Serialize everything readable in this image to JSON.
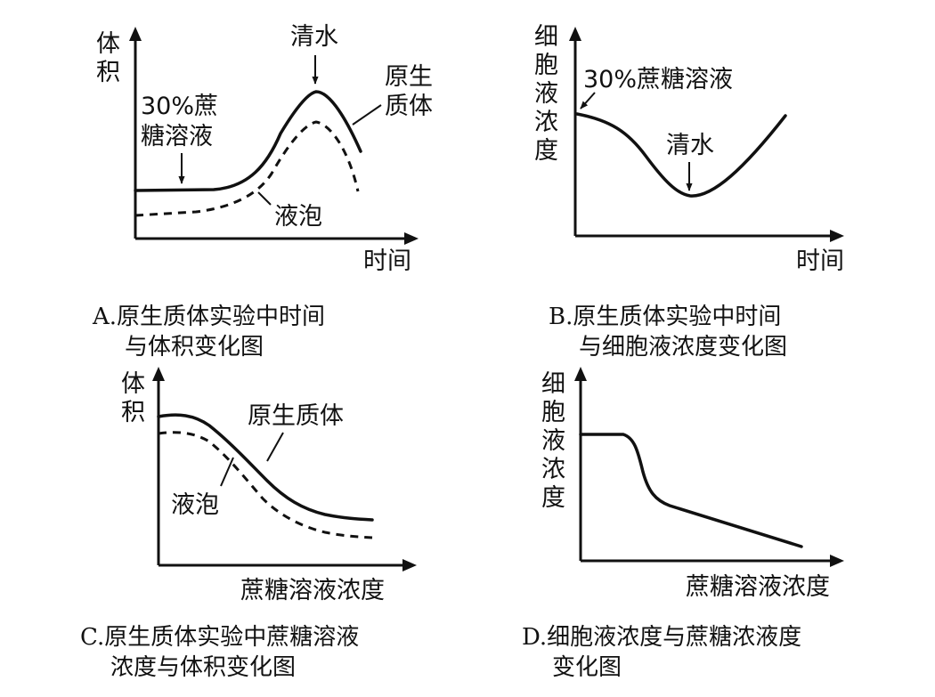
{
  "panel_a": {
    "y_label": [
      "体",
      "积"
    ],
    "x_label": "时间",
    "annot_water": "清水",
    "annot_sucrose": [
      "30%蔗",
      "糖溶液"
    ],
    "curve_protoplast": [
      "原生",
      "质体"
    ],
    "curve_vacuole": "液泡",
    "caption": [
      "A.原生质体实验中时间",
      "与体积变化图"
    ]
  },
  "panel_b": {
    "y_label": [
      "细",
      "胞",
      "液",
      "浓",
      "度"
    ],
    "x_label": "时间",
    "annot_sucrose": "30%蔗糖溶液",
    "annot_water": "清水",
    "caption": [
      "B.原生质体实验中时间",
      "与细胞液浓度变化图"
    ]
  },
  "panel_c": {
    "y_label": [
      "体",
      "积"
    ],
    "x_label": "蔗糖溶液浓度",
    "curve_protoplast": "原生质体",
    "curve_vacuole": "液泡",
    "caption": [
      "C.原生质体实验中蔗糖溶液",
      "浓度与体积变化图"
    ]
  },
  "panel_d": {
    "y_label": [
      "细",
      "胞",
      "液",
      "浓",
      "度"
    ],
    "x_label": "蔗糖溶液浓度",
    "caption": [
      "D.细胞液浓度与蔗糖浓液度",
      "变化图"
    ]
  }
}
